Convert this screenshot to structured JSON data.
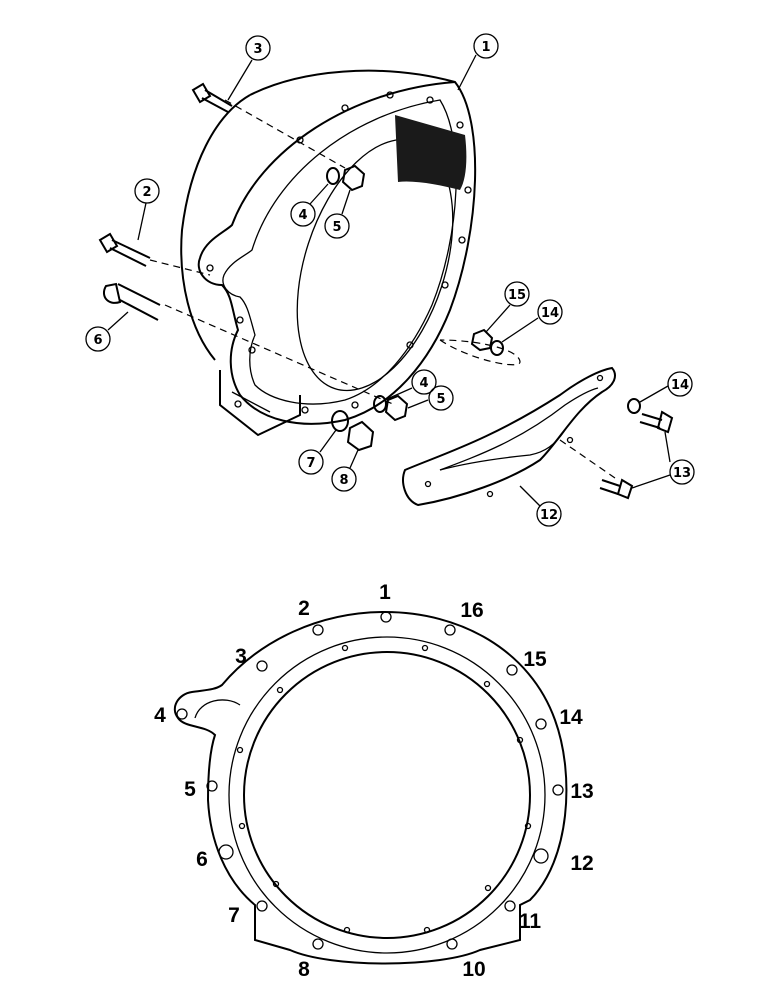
{
  "callouts": [
    {
      "id": "c1",
      "label": "1"
    },
    {
      "id": "c2",
      "label": "2"
    },
    {
      "id": "c3",
      "label": "3"
    },
    {
      "id": "c4a",
      "label": "4"
    },
    {
      "id": "c5a",
      "label": "5"
    },
    {
      "id": "c6",
      "label": "6"
    },
    {
      "id": "c4b",
      "label": "4"
    },
    {
      "id": "c5b",
      "label": "5"
    },
    {
      "id": "c7",
      "label": "7"
    },
    {
      "id": "c8",
      "label": "8"
    },
    {
      "id": "c12",
      "label": "12"
    },
    {
      "id": "c13",
      "label": "13"
    },
    {
      "id": "c14a",
      "label": "14"
    },
    {
      "id": "c15",
      "label": "15"
    },
    {
      "id": "c14b",
      "label": "14"
    }
  ],
  "bolt_numbers": [
    "1",
    "2",
    "3",
    "4",
    "5",
    "6",
    "7",
    "8",
    "10",
    "11",
    "12",
    "13",
    "14",
    "15",
    "16"
  ]
}
